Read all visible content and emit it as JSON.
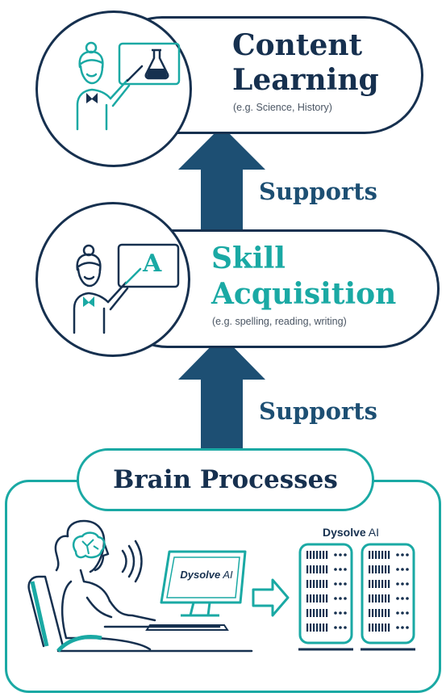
{
  "content_learning": {
    "title_line1": "Content",
    "title_line2": "Learning",
    "example": "(e.g. Science, History)"
  },
  "skill_acquisition": {
    "title_line1": "Skill",
    "title_line2": "Acquisition",
    "example": "(e.g. spelling, reading, writing)",
    "board_letter": "A"
  },
  "supports_upper": {
    "label": "Supports"
  },
  "supports_lower": {
    "label": "Supports"
  },
  "brain_processes": {
    "title": "Brain Processes",
    "monitor_label_word": "Dysolve",
    "monitor_label_ai": "AI",
    "server_label_word": "Dysolve",
    "server_label_ai": "AI"
  },
  "colors": {
    "navy": "#16304f",
    "teal": "#1aa9a4",
    "arrow": "#1d4f73"
  },
  "icons": [
    "teacher-science-icon",
    "flask-icon",
    "teacher-letter-icon",
    "arrow-up-icon",
    "student-computer-icon",
    "brain-icon",
    "monitor-icon",
    "arrow-right-icon",
    "server-rack-icon"
  ]
}
